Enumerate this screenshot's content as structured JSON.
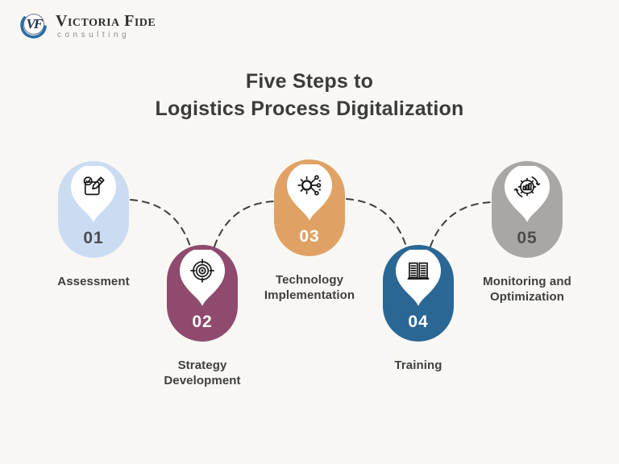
{
  "brand": {
    "monogram": "VF",
    "name": "Victoria Fide",
    "tagline": "consulting"
  },
  "title": {
    "line1": "Five Steps to",
    "line2": "Logistics Process Digitalization"
  },
  "steps": [
    {
      "number": "01",
      "label": "Assessment",
      "icon": "checklist-pencil-icon",
      "color": "#cbdcf2",
      "number_color": "#4d4d4d"
    },
    {
      "number": "02",
      "label": "Strategy Development",
      "icon": "target-icon",
      "color": "#8f4a6e",
      "number_color": "#ffffff"
    },
    {
      "number": "03",
      "label": "Technology Implementation",
      "icon": "gear-network-icon",
      "color": "#e0a264",
      "number_color": "#ffffff"
    },
    {
      "number": "04",
      "label": "Training",
      "icon": "open-book-icon",
      "color": "#2b6795",
      "number_color": "#ffffff"
    },
    {
      "number": "05",
      "label": "Monitoring and Optimization",
      "icon": "gear-chart-icon",
      "color": "#a9a7a6",
      "number_color": "#4d4d4d"
    }
  ],
  "colors": {
    "background": "#f9f7f3",
    "connector": "#3d3d3d",
    "title_text": "#3b3b3b",
    "label_text": "#3f3f3f",
    "logo_blue": "#2e6ca6"
  }
}
